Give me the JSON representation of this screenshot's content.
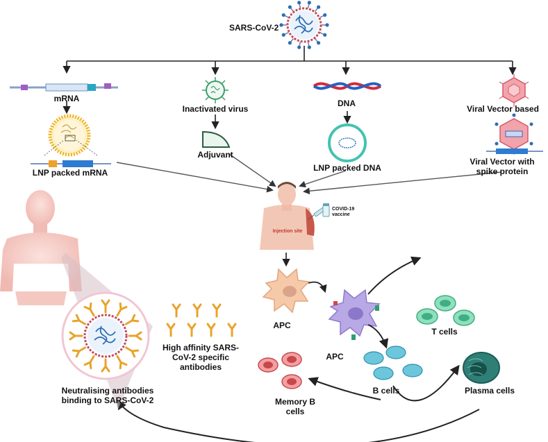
{
  "virus_title": "SARS-CoV-2",
  "platforms": {
    "mrna": "mRNA",
    "lnp_mrna": "LNP packed mRNA",
    "inactivated": "Inactivated virus",
    "adjuvant": "Adjuvant",
    "dna": "DNA",
    "lnp_dna": "LNP packed DNA",
    "viral_vector": "Viral Vector based",
    "viral_vector_spike": "Viral Vector with spike protein"
  },
  "injection": {
    "site": "Injection site",
    "vaccine": "COVID-19 vaccine"
  },
  "immune": {
    "apc1": "APC",
    "apc2": "APC",
    "t_cells": "T cells",
    "b_cells": "B cells",
    "plasma_cells": "Plasma cells",
    "memory_b": "Memory B cells",
    "antibodies": "High affinity SARS-CoV-2 specific antibodies",
    "neutralising": "Neutralising antibodies binding to SARS-CoV-2"
  },
  "colors": {
    "virus_blue": "#2f6db5",
    "virus_red": "#c44a5a",
    "antibody_gold": "#e8a32a",
    "apc_peach": "#f6c9a8",
    "apc_purple": "#b9a8e6",
    "t_cell_green": "#5cc59a",
    "b_cell_teal": "#6cc6dc",
    "memory_red": "#e06f72",
    "plasma_green": "#2f7f77",
    "skin": "#f5c9c2"
  }
}
